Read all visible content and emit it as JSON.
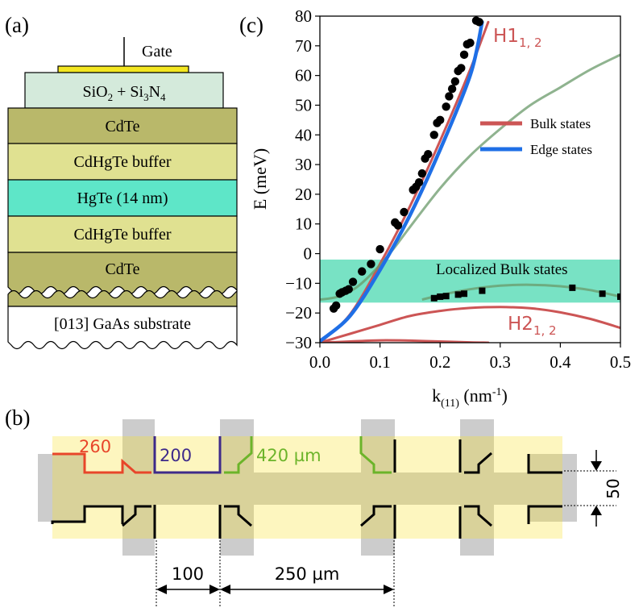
{
  "panel_labels": {
    "a": "(a)",
    "b": "(b)",
    "c": "(c)"
  },
  "panel_a": {
    "gate_label": "Gate",
    "oxide": {
      "base": "SiO",
      "sub1": "2",
      "mid": " + Si",
      "sub2": "3",
      "tail": "N",
      "sub3": "4"
    },
    "layers": [
      "CdTe",
      "CdHgTe buffer",
      "HgTe (14 nm)",
      "CdHgTe buffer",
      "CdTe"
    ],
    "substrate": "[013] GaAs substrate",
    "colors": {
      "gate": "#f3e621",
      "oxide": "#d4eadb",
      "cdte": "#b9b86a",
      "buffer": "#e0e191",
      "hgte": "#5ee6c8",
      "substrate": "#ffffff"
    }
  },
  "panel_b": {
    "segment_labels": [
      "260",
      "200",
      "420 µm"
    ],
    "segment_colors": [
      "#e8462a",
      "#3d2a8a",
      "#6cb42a"
    ],
    "dim_width": "50",
    "dim_100": "100",
    "dim_250": "250 µm",
    "colors": {
      "channel": "#d9d29a",
      "background": "#fdf6bf",
      "contact": "#cccccc"
    }
  },
  "panel_c": {
    "chart_data": {
      "type": "line",
      "xlabel": {
        "base": "k",
        "sub": "(11)",
        "unit_base": " (nm",
        "unit_sup": "-1",
        "unit_tail": ")"
      },
      "ylabel": "E (meV)",
      "xlim": [
        0.0,
        0.5
      ],
      "ylim": [
        -30,
        80
      ],
      "xticks": [
        "0.0",
        "0.1",
        "0.2",
        "0.3",
        "0.4",
        "0.5"
      ],
      "xtick_values": [
        0.0,
        0.1,
        0.2,
        0.3,
        0.4,
        0.5
      ],
      "yticks": [
        "−30",
        "−20",
        "−10",
        "0",
        "10",
        "20",
        "30",
        "40",
        "50",
        "60",
        "70",
        "80"
      ],
      "ytick_values": [
        -30,
        -20,
        -10,
        0,
        10,
        20,
        30,
        40,
        50,
        60,
        70,
        80
      ],
      "band_labels": {
        "h1": {
          "base": "H1",
          "sub": "1, 2"
        },
        "h2": {
          "base": "H2",
          "sub": "1, 2"
        }
      },
      "band_label_color": "#cc5555",
      "legend": [
        {
          "label": "Bulk states",
          "color": "#cc5555"
        },
        {
          "label": "Edge states",
          "color": "#1f6fe6"
        }
      ],
      "localized_band": {
        "label": "Localized Bulk states",
        "y_range": [
          -16.5,
          -2
        ],
        "color": "#78e2c4"
      },
      "series": [
        {
          "name": "Bulk states",
          "color": "#cc5555",
          "x": [
            0.0,
            0.05,
            0.1,
            0.15,
            0.2,
            0.25,
            0.28
          ],
          "y": [
            -30,
            -20.5,
            -3.5,
            16,
            38,
            62,
            78
          ]
        },
        {
          "name": "Bulk states",
          "color": "#cc5555",
          "x": [
            0.0,
            0.05,
            0.1,
            0.15,
            0.2,
            0.25,
            0.3,
            0.35,
            0.4,
            0.45,
            0.5
          ],
          "y": [
            -30,
            -27,
            -24,
            -21,
            -19.3,
            -18.3,
            -18,
            -18.4,
            -19.8,
            -22,
            -25
          ]
        },
        {
          "name": "Bulk states",
          "color": "#cc5555",
          "x": [
            0.0,
            0.05,
            0.1,
            0.15,
            0.2,
            0.25,
            0.28
          ],
          "y": [
            -30,
            -29.6,
            -29.2,
            -29.3,
            -29.6,
            -29.9,
            -30
          ]
        },
        {
          "name": "Edge states",
          "color": "#1f6fe6",
          "x": [
            0.0,
            0.05,
            0.1,
            0.15,
            0.2,
            0.25,
            0.27
          ],
          "y": [
            -29.5,
            -21,
            -5.5,
            13,
            35,
            60,
            78
          ]
        },
        {
          "name": "fit",
          "color": "#6a9a6a",
          "x": [
            0.0,
            0.03,
            0.06,
            0.09,
            0.12,
            0.15,
            0.2,
            0.25,
            0.3,
            0.35,
            0.4,
            0.45,
            0.5
          ],
          "y": [
            -15.5,
            -14.5,
            -11.5,
            -6,
            1,
            9,
            22,
            33,
            42,
            50,
            56,
            62,
            67
          ]
        },
        {
          "name": "fit",
          "color": "#6a9a6a",
          "x": [
            0.17,
            0.2,
            0.25,
            0.3,
            0.35,
            0.4,
            0.45,
            0.5
          ],
          "y": [
            -15.5,
            -14,
            -12,
            -10.8,
            -10.5,
            -11,
            -12.3,
            -14.5
          ]
        }
      ],
      "points_circle": {
        "x": [
          0.023,
          0.027,
          0.033,
          0.037,
          0.043,
          0.048,
          0.055,
          0.07,
          0.085,
          0.1,
          0.125,
          0.13,
          0.14,
          0.155,
          0.16,
          0.165,
          0.17,
          0.175,
          0.18,
          0.19,
          0.195,
          0.2,
          0.21,
          0.215,
          0.22,
          0.225,
          0.23,
          0.235,
          0.24,
          0.245,
          0.25,
          0.26,
          0.265
        ],
        "y": [
          -18.5,
          -17.5,
          -13.5,
          -13,
          -12.5,
          -12,
          -9.5,
          -6,
          -3.5,
          1.5,
          10.5,
          9.5,
          14,
          21.5,
          22.5,
          24,
          27,
          32,
          33.5,
          40,
          44,
          45,
          49.5,
          53,
          55.5,
          58,
          61.5,
          62.5,
          67,
          70.5,
          71,
          78.5,
          78
        ]
      },
      "points_square": {
        "x": [
          0.19,
          0.2,
          0.21,
          0.23,
          0.24,
          0.27,
          0.42,
          0.47,
          0.5
        ],
        "y": [
          -15,
          -14.5,
          -14.3,
          -13.8,
          -13.5,
          -12.5,
          -11.5,
          -13.5,
          -14.5
        ]
      }
    }
  }
}
